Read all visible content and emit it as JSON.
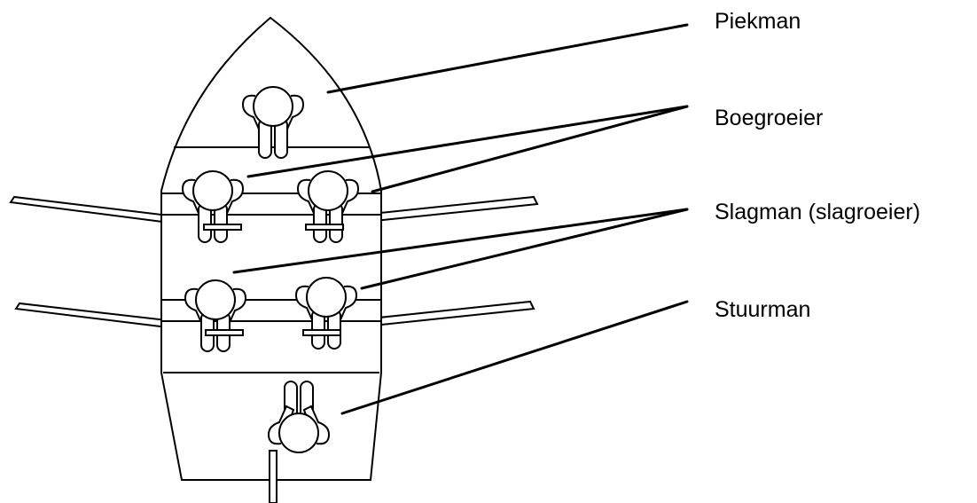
{
  "labels": {
    "piekman": "Piekman",
    "boegroeier": "Boegroeier",
    "slagman": "Slagman (slagroeier)",
    "stuurman": "Stuurman"
  },
  "colors": {
    "stroke": "#000000",
    "fill": "#ffffff",
    "oar_fill": "#ffffff"
  },
  "icons": [
    "boat-hull",
    "rower-figure",
    "oar",
    "rudder",
    "leader-line"
  ]
}
